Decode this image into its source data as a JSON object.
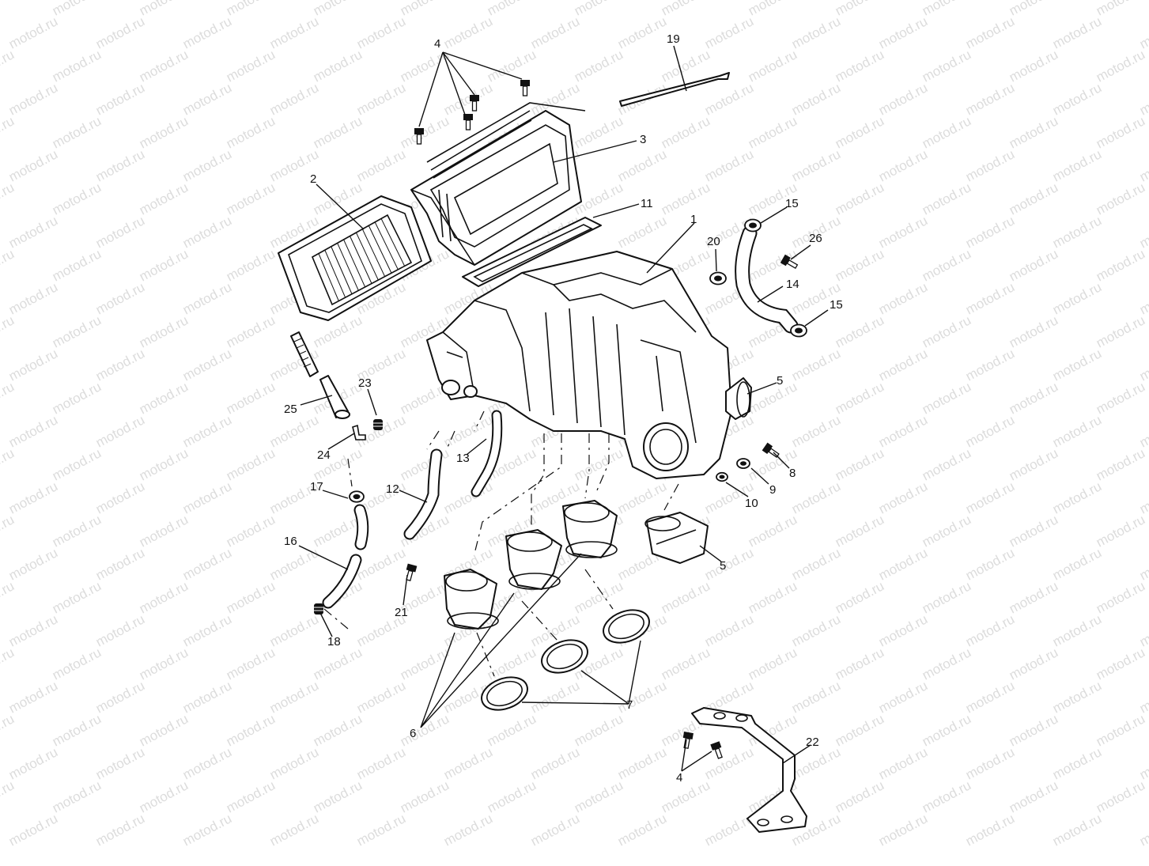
{
  "watermark": {
    "text": "motod.ru"
  },
  "callouts": [
    {
      "id": "c4a",
      "text": "4"
    },
    {
      "id": "c19",
      "text": "19"
    },
    {
      "id": "c3",
      "text": "3"
    },
    {
      "id": "c2",
      "text": "2"
    },
    {
      "id": "c11",
      "text": "11"
    },
    {
      "id": "c1",
      "text": "1"
    },
    {
      "id": "c15a",
      "text": "15"
    },
    {
      "id": "c26",
      "text": "26"
    },
    {
      "id": "c20",
      "text": "20"
    },
    {
      "id": "c14",
      "text": "14"
    },
    {
      "id": "c15b",
      "text": "15"
    },
    {
      "id": "c5a",
      "text": "5"
    },
    {
      "id": "c23",
      "text": "23"
    },
    {
      "id": "c25",
      "text": "25"
    },
    {
      "id": "c24",
      "text": "24"
    },
    {
      "id": "c13",
      "text": "13"
    },
    {
      "id": "c8",
      "text": "8"
    },
    {
      "id": "c9",
      "text": "9"
    },
    {
      "id": "c10",
      "text": "10"
    },
    {
      "id": "c17",
      "text": "17"
    },
    {
      "id": "c12",
      "text": "12"
    },
    {
      "id": "c16",
      "text": "16"
    },
    {
      "id": "c5b",
      "text": "5"
    },
    {
      "id": "c21",
      "text": "21"
    },
    {
      "id": "c18",
      "text": "18"
    },
    {
      "id": "c7",
      "text": "7"
    },
    {
      "id": "c6",
      "text": "6"
    },
    {
      "id": "c22",
      "text": "22"
    },
    {
      "id": "c4b",
      "text": "4"
    }
  ]
}
